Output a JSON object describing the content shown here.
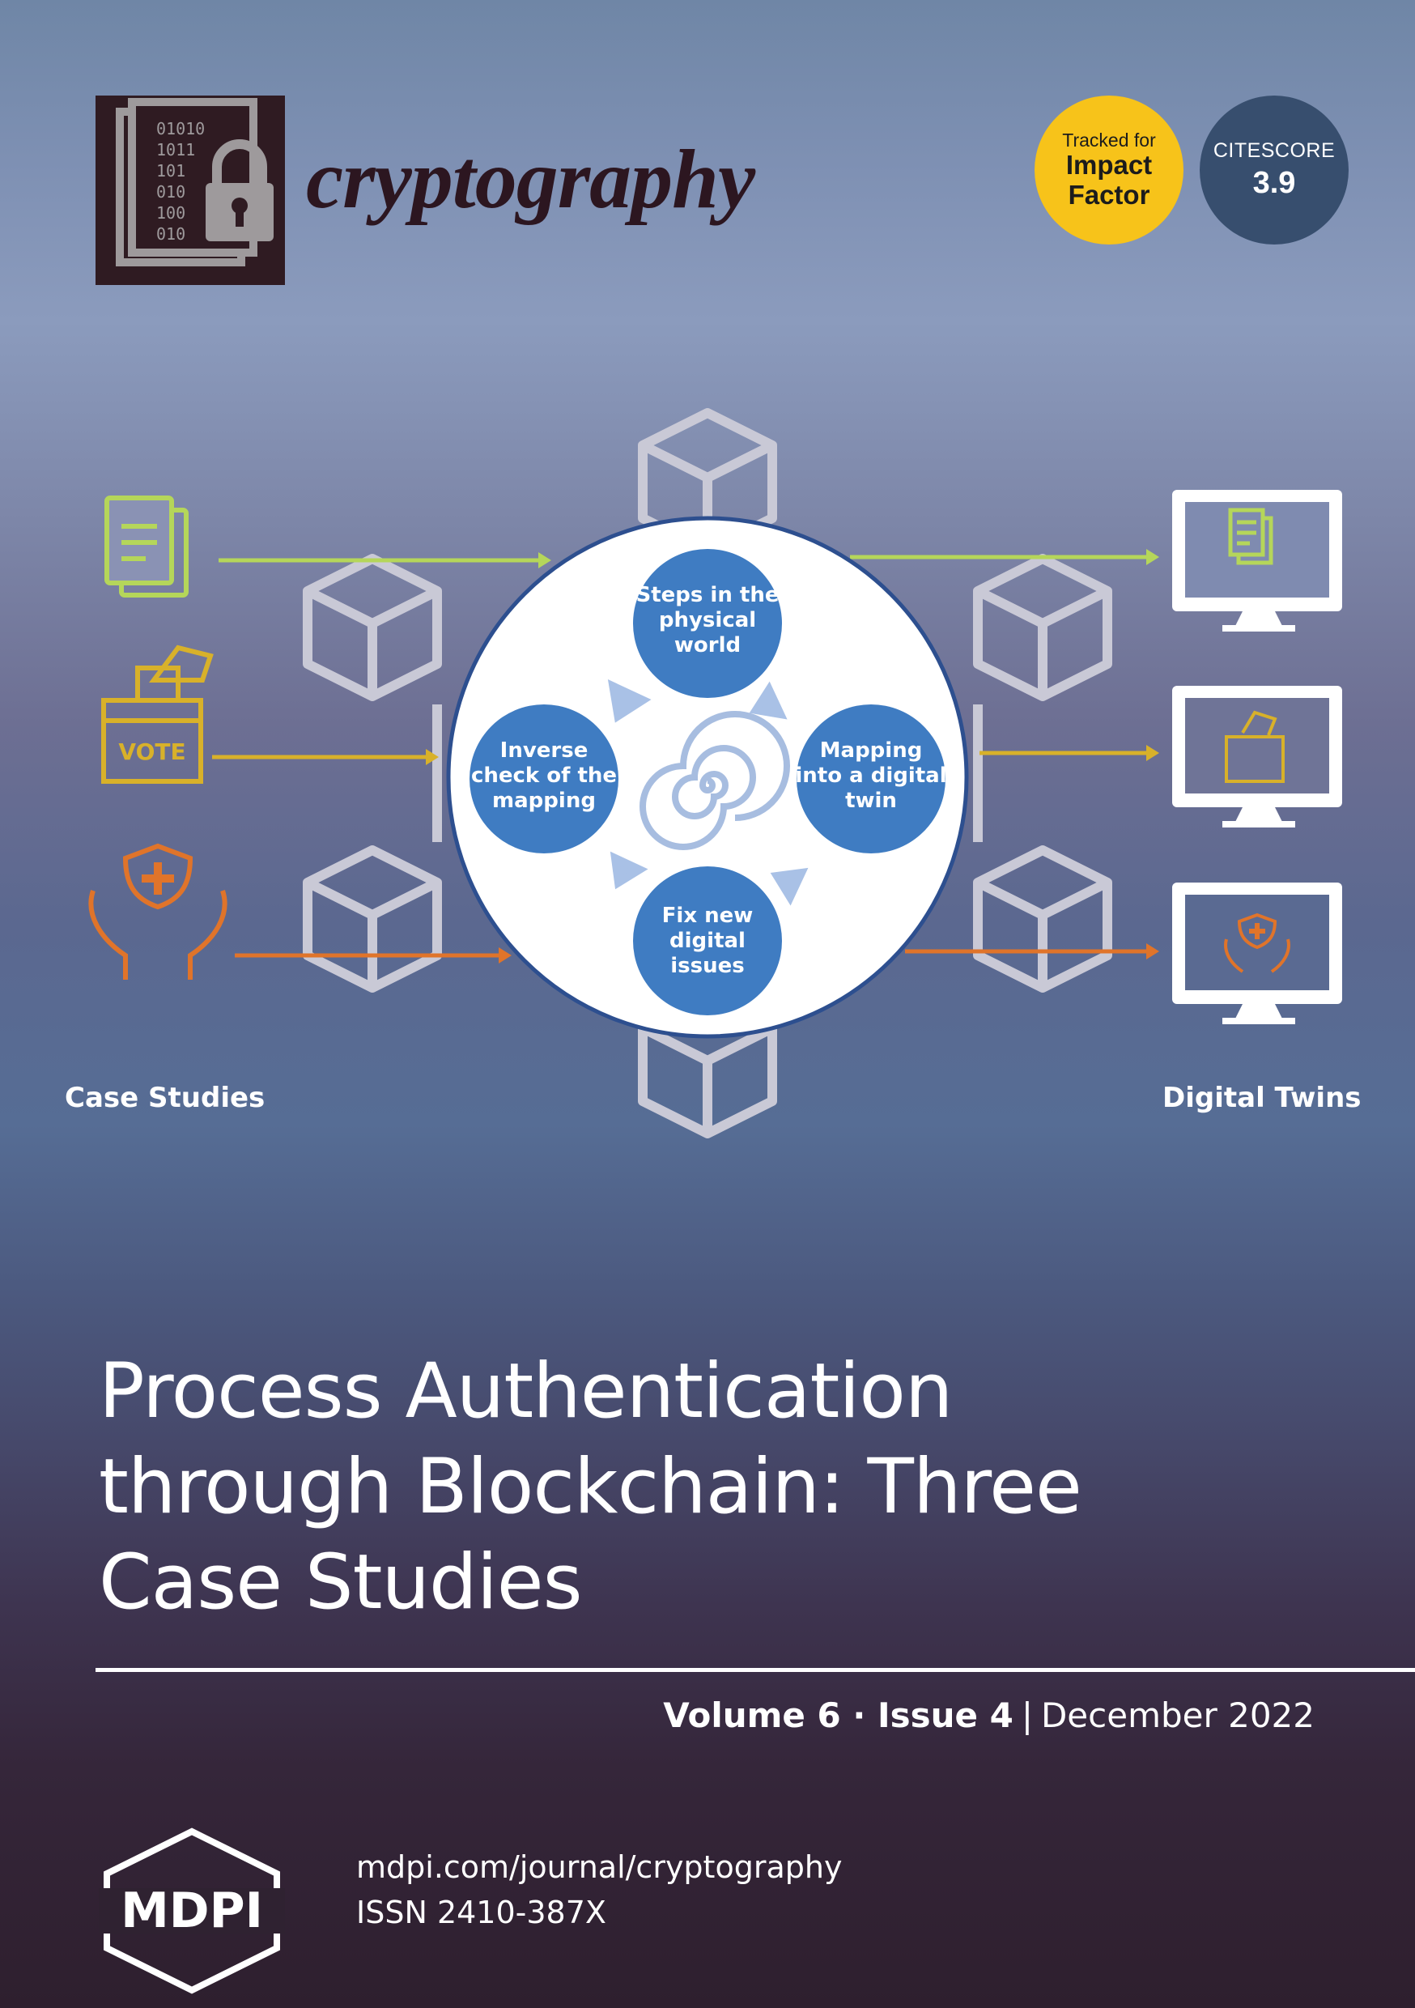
{
  "journal": {
    "name": "cryptography",
    "logo_binary_lines": [
      "01010",
      "1011",
      "101",
      "010",
      "100",
      "010"
    ]
  },
  "badges": {
    "impact": {
      "line1": "Tracked for",
      "line2": "Impact",
      "line3": "Factor"
    },
    "citescore": {
      "label": "CITESCORE",
      "value": "3.9"
    }
  },
  "diagram": {
    "steps": [
      "Steps in the physical world",
      "Mapping into a digital twin",
      "Fix new digital issues",
      "Inverse check of the mapping"
    ],
    "left_label": "Case Studies",
    "right_label": "Digital Twins",
    "vote_text": "VOTE",
    "icons": [
      "document-icon",
      "ballot-box-icon",
      "healthcare-hands-icon",
      "monitor-icon"
    ]
  },
  "article": {
    "title_lines": [
      "Process Authentication",
      "through Blockchain: Three",
      "Case Studies"
    ]
  },
  "issue": {
    "volume": "Volume 6",
    "issue": "Issue 4",
    "date": "December 2022"
  },
  "footer": {
    "publisher": "MDPI",
    "url": "mdpi.com/journal/cryptography",
    "issn": "ISSN 2410-387X"
  },
  "colors": {
    "green": "#b5d65a",
    "yellow": "#d8b12a",
    "orange": "#e0742a",
    "circle_blue": "#3f7cc2",
    "impact_yellow": "#f7c31a",
    "citescore_navy": "#374e6e"
  }
}
